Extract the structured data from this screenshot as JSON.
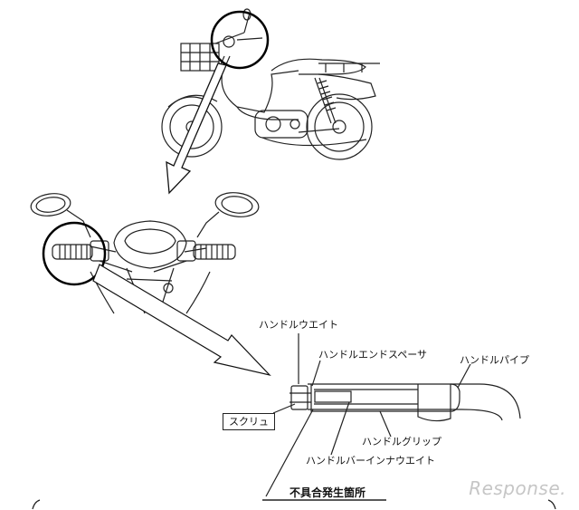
{
  "labels": {
    "handle_weight": "ハンドルウエイト",
    "handle_end_spacer": "ハンドルエンドスペーサ",
    "handle_pipe": "ハンドルパイプ",
    "screw": "スクリュ",
    "handle_grip": "ハンドルグリップ",
    "handlebar_inner_weight": "ハンドルバーインナウエイト",
    "defect_location": "不具合発生箇所"
  },
  "watermark": "Response."
}
